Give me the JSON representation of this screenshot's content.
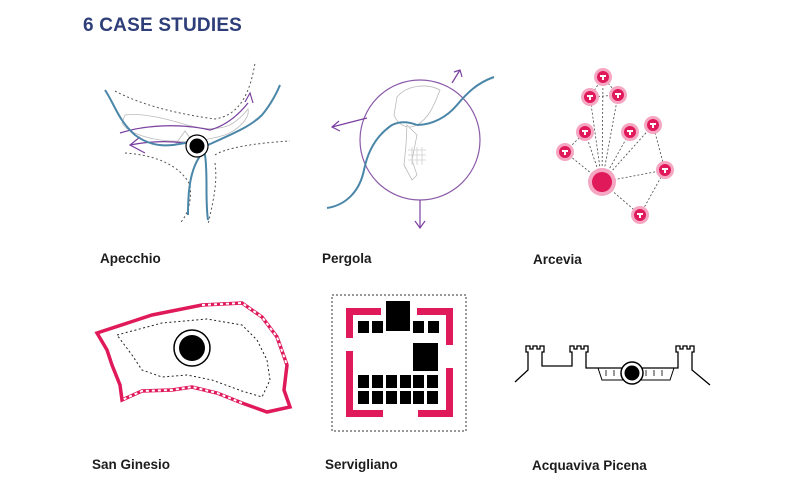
{
  "page": {
    "title": "6 CASE STUDIES"
  },
  "colors": {
    "title": "#2d3e78",
    "river": "#4a86a8",
    "arrow": "#7a3fa0",
    "accent": "#e0195a",
    "accent_light": "#f5a6c2",
    "black": "#000000",
    "gray": "#9a9a9a"
  },
  "case_studies": [
    {
      "name": "Apecchio",
      "icon": "river-junction-map"
    },
    {
      "name": "Pergola",
      "icon": "circle-river-map"
    },
    {
      "name": "Arcevia",
      "icon": "castle-network-diagram"
    },
    {
      "name": "San Ginesio",
      "icon": "walled-town-outline"
    },
    {
      "name": "Servigliano",
      "icon": "square-fortified-town-plan"
    },
    {
      "name": "Acquaviva Picena",
      "icon": "castle-skyline-section"
    }
  ]
}
